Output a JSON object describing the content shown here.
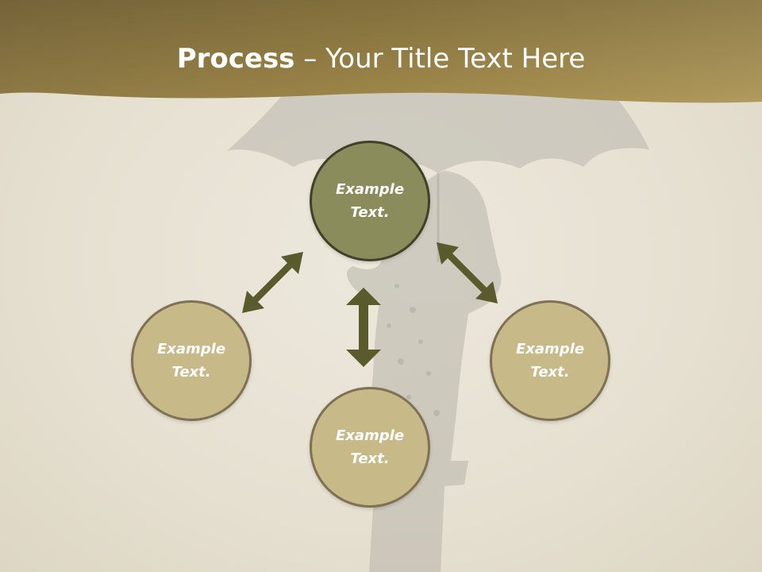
{
  "slide": {
    "title_bold": "Process",
    "title_rest": " – Your Title Text Here"
  },
  "nodes": {
    "top": "Example\nText.",
    "left": "Example\nText.",
    "right": "Example\nText.",
    "bottom": "Example\nText."
  },
  "colors": {
    "banner": "#a8924f",
    "main_circle_fill": "#8a8c5b",
    "main_circle_border": "#3f4129",
    "side_circle_fill": "#c8b989",
    "side_circle_border": "#7e7154",
    "arrow": "#5a5b2c"
  },
  "icons": [
    "double-arrow-icon"
  ]
}
